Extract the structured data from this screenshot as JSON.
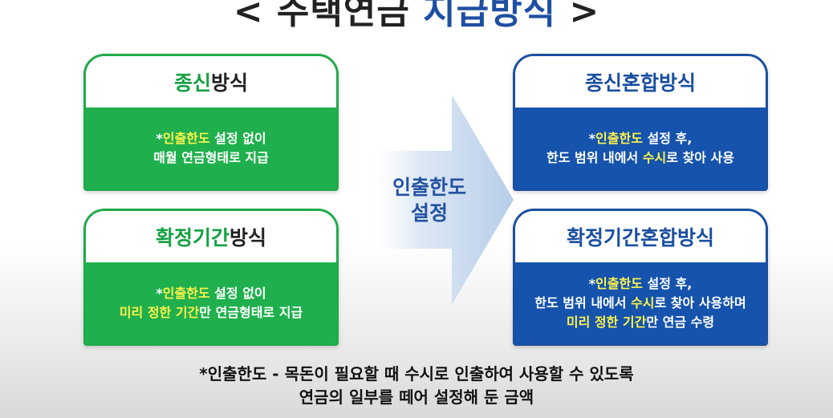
{
  "title": {
    "prefix": "< 주택연금 ",
    "accent": "지급방식",
    "suffix": " >"
  },
  "colors": {
    "green": "#1fb04d",
    "blue": "#1553ad",
    "highlight": "#fff44a",
    "title_accent": "#1f4fa3"
  },
  "cards": {
    "jongsin": {
      "head_hl": "종신",
      "head_rest": "방식",
      "line1_mark": "*",
      "line1_hl": "인출한도",
      "line1_rest": " 설정 없이",
      "line2": "매월 연금형태로 지급"
    },
    "hwakjeong": {
      "head_hl": "확정기간",
      "head_rest": "방식",
      "line1_mark": "*",
      "line1_hl": "인출한도",
      "line1_rest": " 설정 없이",
      "line2_hl": "미리 정한 기간",
      "line2_rest": "만 연금형태로 지급"
    },
    "jongsin_mix": {
      "head_hl": "종신혼합",
      "head_rest": "방식",
      "line1_mark": "*",
      "line1_hl": "인출한도",
      "line1_rest": " 설정 후,",
      "line2_pre": "한도 범위 내에서 ",
      "line2_hl": "수시",
      "line2_rest": "로 찾아 사용"
    },
    "hwakjeong_mix": {
      "head_hl": "확정기간혼합",
      "head_rest": "방식",
      "line1_mark": "*",
      "line1_hl": "인출한도",
      "line1_rest": " 설정 후,",
      "line2_pre": "한도 범위 내에서 ",
      "line2_hl": "수시",
      "line2_rest": "로 찾아 사용하며",
      "line3_hl": "미리 정한 기간",
      "line3_rest": "만 연금 수령"
    }
  },
  "arrow": {
    "line1": "인출한도",
    "line2": "설정"
  },
  "footnote": {
    "line1": "*인출한도 - 목돈이 필요할 때 수시로 인출하여 사용할 수 있도록",
    "line2": "연금의 일부를 떼어 설정해 둔 금액"
  }
}
